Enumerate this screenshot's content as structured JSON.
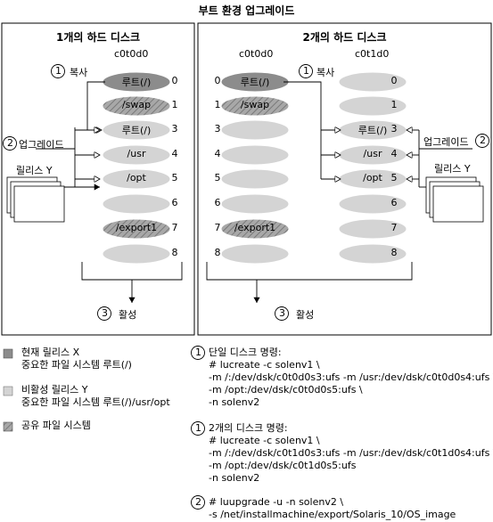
{
  "title": "부트 환경 업그레이드",
  "left_panel": {
    "title": "1개의 하드 디스크",
    "disk": "c0t0d0",
    "copy_label": "복사",
    "upgrade_label": "업그레이드",
    "release_label": "릴리스 Y",
    "activate_label": "활성",
    "num1": "1",
    "num2": "2",
    "num3": "3",
    "slices": [
      {
        "label": "루트(/)",
        "num": "0"
      },
      {
        "label": "/swap",
        "num": "1"
      },
      {
        "label": "루트(/)",
        "num": "3"
      },
      {
        "label": "/usr",
        "num": "4"
      },
      {
        "label": "/opt",
        "num": "5"
      },
      {
        "label": "",
        "num": "6"
      },
      {
        "label": "/export1",
        "num": "7"
      },
      {
        "label": "",
        "num": "8"
      }
    ]
  },
  "right_panel": {
    "title": "2개의 하드 디스크",
    "disk_a": "c0t0d0",
    "disk_b": "c0t1d0",
    "copy_label": "복사",
    "upgrade_label": "업그레이드",
    "release_label": "릴리스 Y",
    "activate_label": "활성",
    "num1": "1",
    "num2": "2",
    "num3": "3",
    "slices_a": [
      {
        "label": "루트(/)",
        "num": "0"
      },
      {
        "label": "/swap",
        "num": "1"
      },
      {
        "label": "",
        "num": "3"
      },
      {
        "label": "",
        "num": "4"
      },
      {
        "label": "",
        "num": "5"
      },
      {
        "label": "",
        "num": "6"
      },
      {
        "label": "/export1",
        "num": "7"
      },
      {
        "label": "",
        "num": "8"
      }
    ],
    "slices_b": [
      {
        "label": "",
        "num": "0"
      },
      {
        "label": "",
        "num": "1"
      },
      {
        "label": "루트(/)",
        "num": "3"
      },
      {
        "label": "/usr",
        "num": "4"
      },
      {
        "label": "/opt",
        "num": "5"
      },
      {
        "label": "",
        "num": "6"
      },
      {
        "label": "",
        "num": "7"
      },
      {
        "label": "",
        "num": "8"
      }
    ]
  },
  "legend": {
    "current_line1": "현재 릴리스 X",
    "current_line2": "중요한 파일 시스템 루트(/)",
    "inactive_line1": "비활성 릴리스 Y",
    "inactive_line2": "중요한 파일 시스템 루트(/)/usr/opt",
    "shared": "공유 파일 시스템"
  },
  "commands": {
    "single_title": "단일 디스크 명령:",
    "single_lines": [
      "# lucreate -c solenv1 \\",
      "-m /:/dev/dsk/c0t0d0s3:ufs -m /usr:/dev/dsk/c0t0d0s4:ufs \\",
      "-m /opt:/dev/dsk/c0t0d0s5:ufs \\",
      "-n solenv2"
    ],
    "two_title": "2개의 디스크 명령:",
    "two_lines": [
      "# lucreate -c solenv1 \\",
      "-m /:/dev/dsk/c0t1d0s3:ufs -m /usr:/dev/dsk/c0t1d0s4:ufs \\",
      "-m /opt:/dev/dsk/c0t1d0s5:ufs",
      "-n solenv2"
    ],
    "upgrade_lines": [
      "# luupgrade -u -n solenv2 \\",
      "-s /net/installmachine/export/Solaris_10/OS_image"
    ],
    "num1a": "1",
    "num1b": "1",
    "num2": "2"
  },
  "colors": {
    "current": "#8c8c8c",
    "inactive": "#d4d4d4",
    "shared": "#a8a8a8"
  }
}
